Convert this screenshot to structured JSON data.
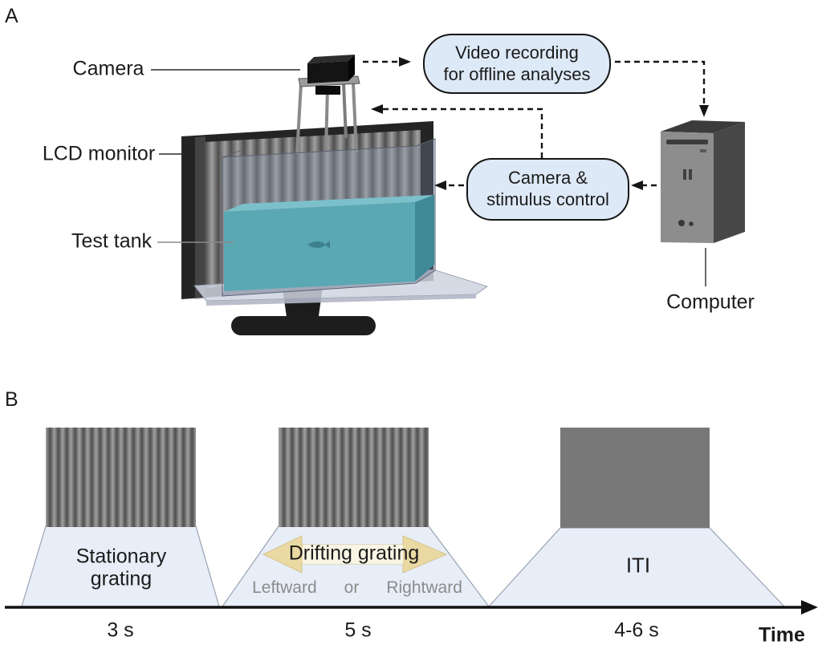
{
  "figure": {
    "panel_a": {
      "panel_label": "A",
      "camera_label": "Camera",
      "lcd_label": "LCD monitor",
      "tank_label": "Test tank",
      "computer_label": "Computer",
      "video_box": {
        "line1": "Video recording",
        "line2": "for offline analyses"
      },
      "control_box": {
        "line1": "Camera &",
        "line2": "stimulus control"
      }
    },
    "panel_b": {
      "panel_label": "B",
      "phase1": {
        "line1": "Stationary",
        "line2": "grating",
        "duration": "3 s"
      },
      "phase2": {
        "label": "Drifting grating",
        "left": "Leftward",
        "or": "or",
        "right": "Rightward",
        "duration": "5 s"
      },
      "phase3": {
        "label": "ITI",
        "duration": "4-6 s"
      },
      "time_label": "Time"
    },
    "colors": {
      "box_fill": "#dde9f7",
      "water_teal": "#5aa8b4",
      "arrow_tan": "#ebd9a3",
      "trapezoid_fill": "#e7eef8",
      "iti_gray": "#787878",
      "grating_dark": "#4f4f4f",
      "grating_light": "#9e9e9e"
    }
  }
}
